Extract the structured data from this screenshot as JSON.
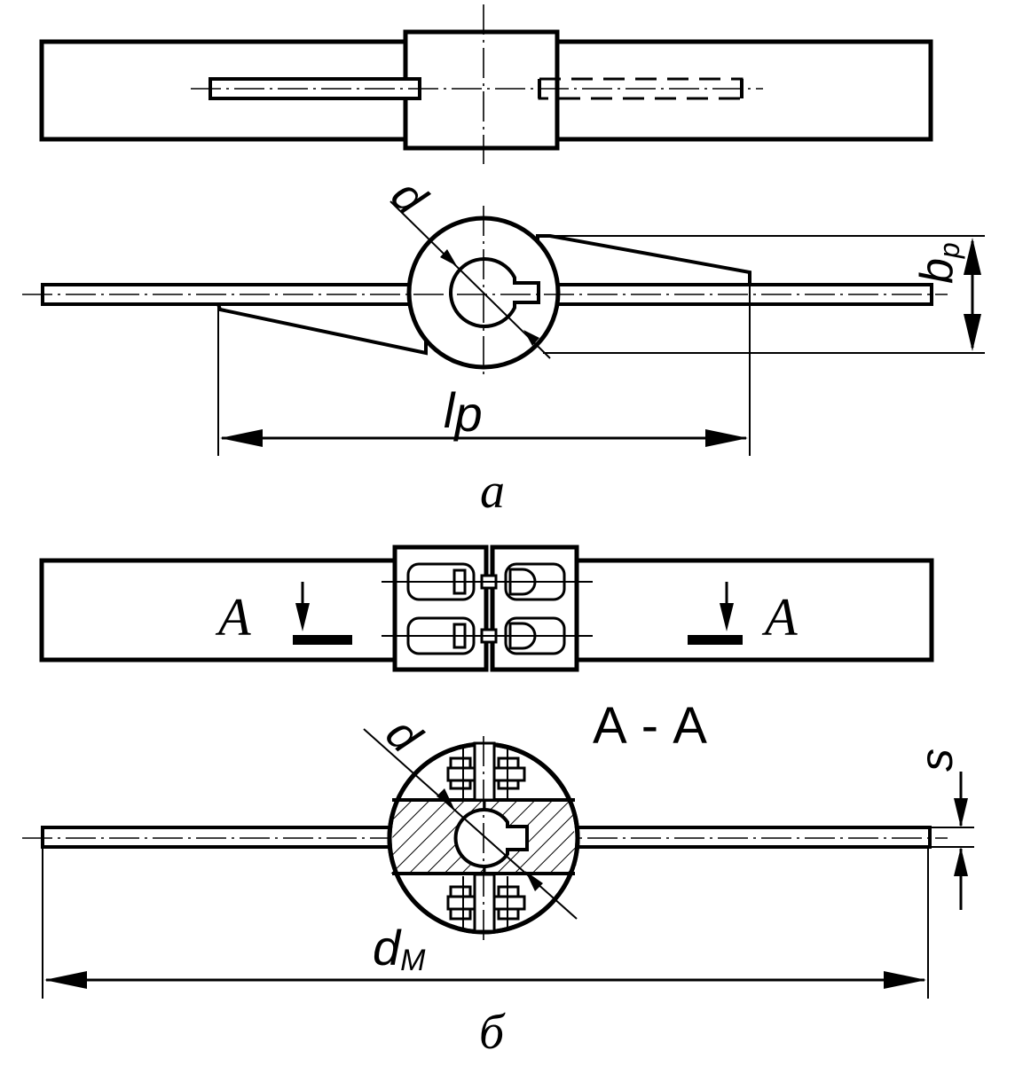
{
  "labels": {
    "fig_a": "а",
    "fig_b": "б",
    "section_title": "А - А",
    "section_mark_left": "А",
    "section_mark_right": "А",
    "dim_d_top": "d",
    "dim_bp": "b",
    "dim_bp_sub": "p",
    "dim_lp": "l",
    "dim_lp_sub": "p",
    "dim_d_bottom": "d",
    "dim_dm": "d",
    "dim_dm_sub": "M",
    "dim_s": "s"
  },
  "colors": {
    "ink": "#000000",
    "paper": "#ffffff"
  }
}
